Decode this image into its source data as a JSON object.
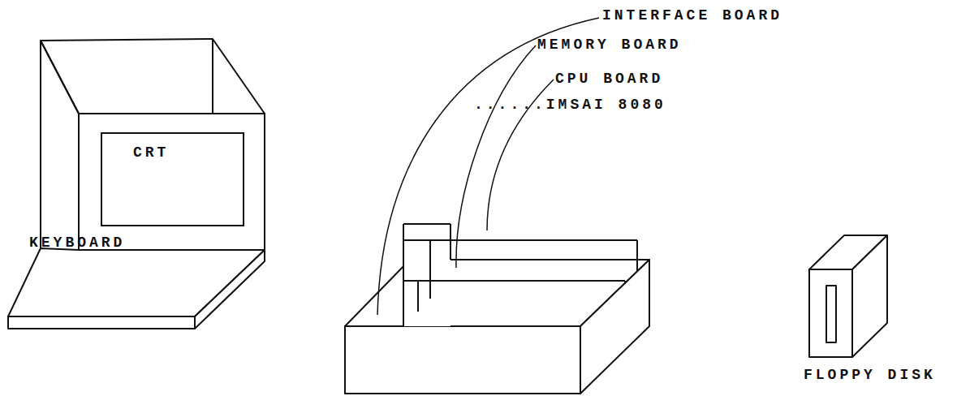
{
  "diagram": {
    "nodes": [
      {
        "text": [
          "CRT"
        ]
      }
    ],
    "labels": [
      "INTERFACE BOARD",
      "MEMORY BOARD",
      "CPU BOARD",
      "......IMSAI 8080",
      "KEYBOARD",
      "FLOPPY DISK"
    ]
  }
}
